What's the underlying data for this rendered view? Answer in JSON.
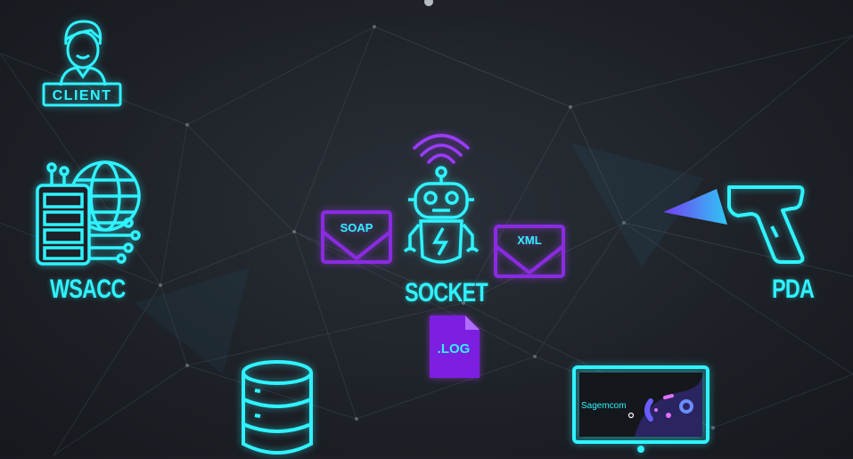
{
  "nodes": {
    "client": {
      "badge": "CLIENT"
    },
    "wsacc": {
      "label": "WSACC"
    },
    "socket": {
      "label": "SOCKET"
    },
    "pda": {
      "label": "PDA"
    },
    "database": {
      "label": ""
    },
    "monitor": {
      "screen_text": "Sagemcom"
    }
  },
  "envelopes": {
    "soap": "SOAP",
    "xml": "XML"
  },
  "file": {
    "label": ".LOG"
  },
  "colors": {
    "cyan": "#2ff3ff",
    "purple": "#8a2be2",
    "background": "#1e2228"
  },
  "icons": [
    "user-icon",
    "server-globe-icon",
    "robot-icon",
    "wifi-icon",
    "envelope-icon",
    "log-file-icon",
    "barcode-scanner-icon",
    "database-icon",
    "monitor-icon"
  ]
}
